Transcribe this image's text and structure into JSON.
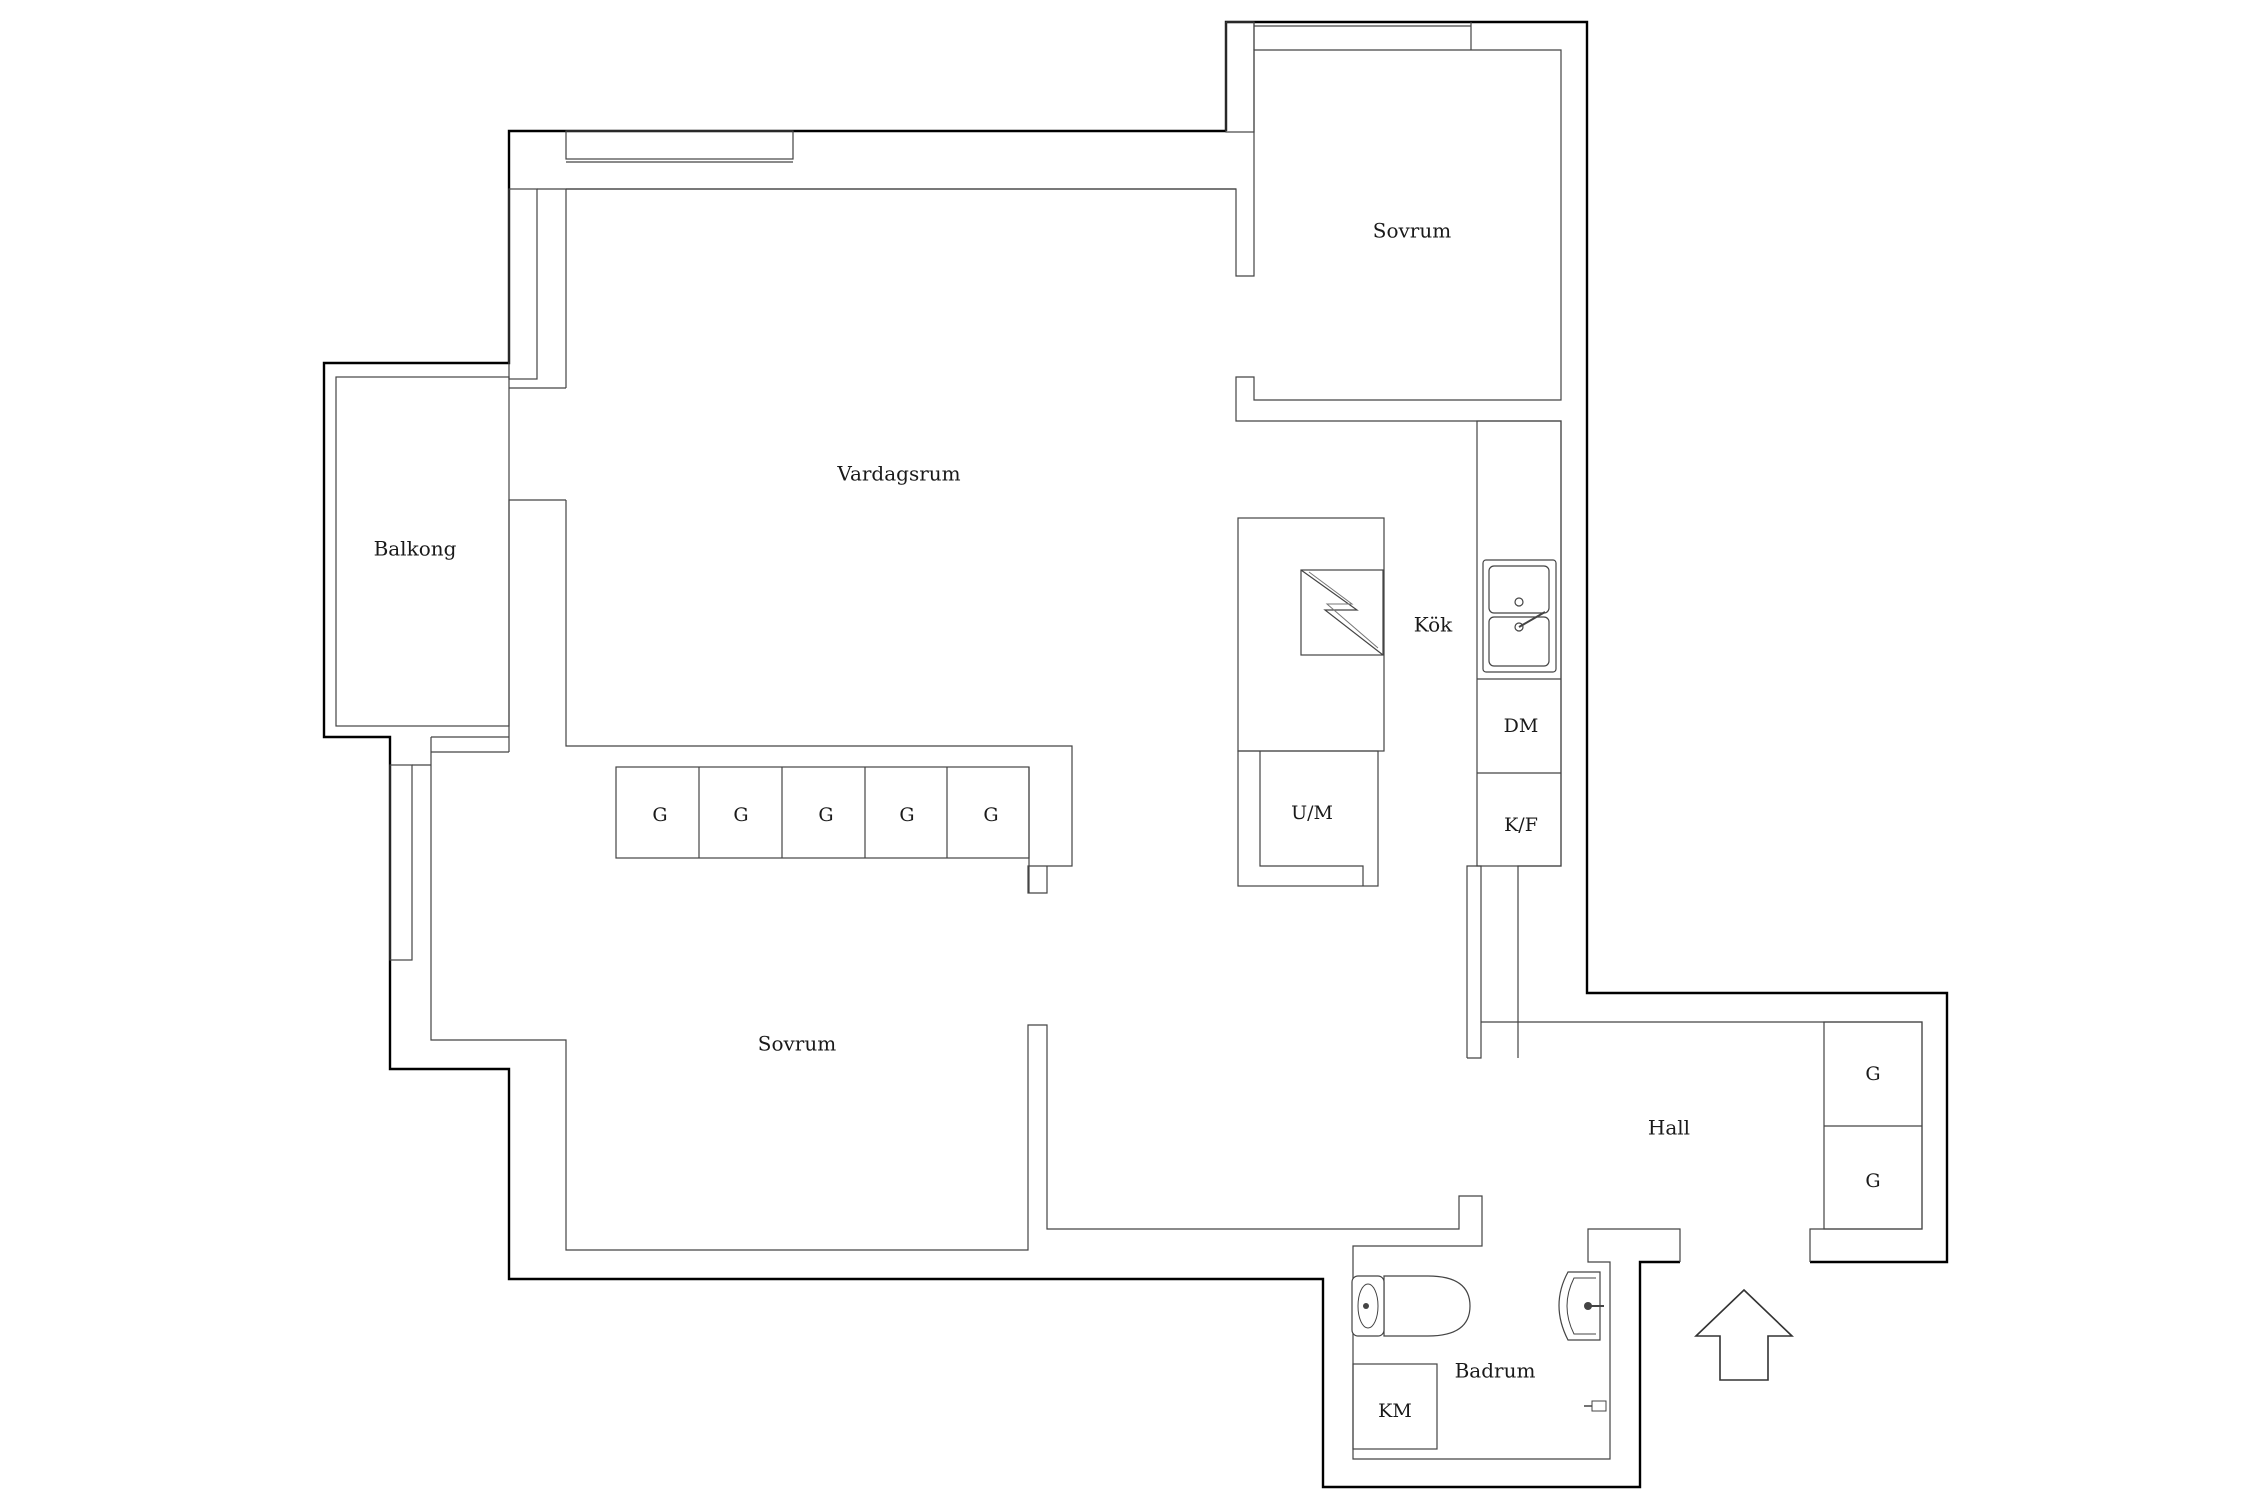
{
  "rooms": {
    "bedroom_top": "Sovrum",
    "living_room": "Vardagsrum",
    "balcony": "Balkong",
    "kitchen": "Kök",
    "bedroom_bottom": "Sovrum",
    "hall": "Hall",
    "bathroom": "Badrum"
  },
  "fixtures": {
    "wardrobe_label": "G",
    "dishwasher": "DM",
    "fridge_freezer": "K/F",
    "oven_microwave": "U/M",
    "washing_machine": "KM"
  },
  "icons": {
    "entrance": "entrance-arrow-icon",
    "sink": "kitchen-sink-icon",
    "stove": "stove-icon",
    "toilet": "toilet-icon",
    "washbasin": "washbasin-icon",
    "tap": "tap-icon"
  }
}
